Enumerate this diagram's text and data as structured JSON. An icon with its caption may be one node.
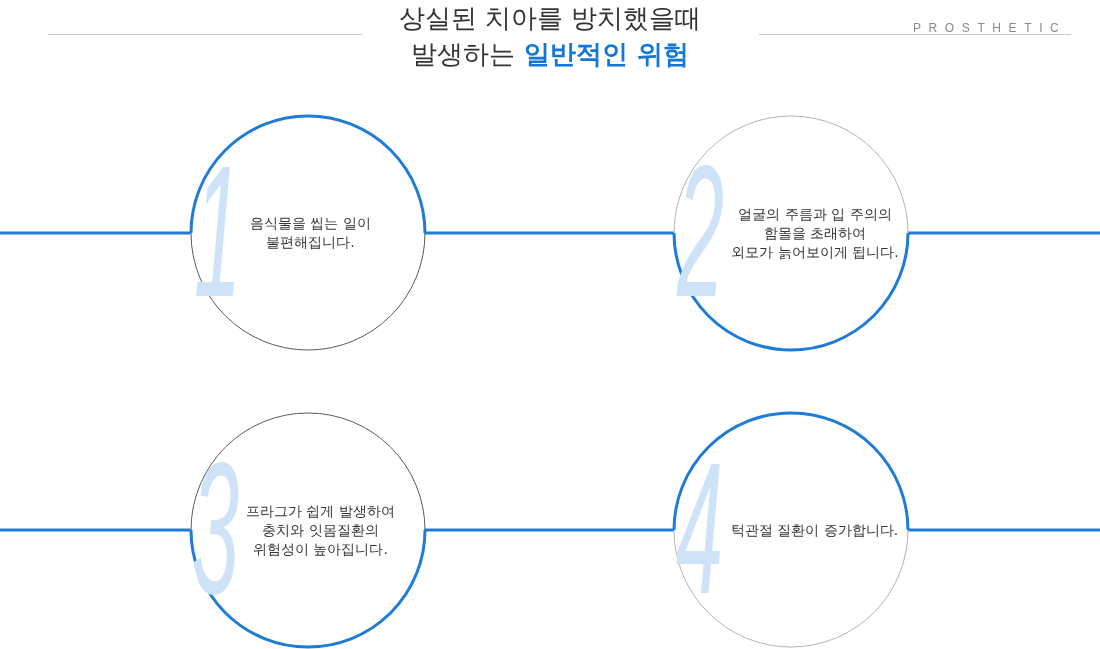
{
  "diagram": {
    "title": "상실된 치아를 방치했을때 발생하는 **일반적인 위험**",
    "nodes": [
      {
        "text": [
          "1",
          "음식물을 씹는 일이 불편해집니다."
        ]
      },
      {
        "text": [
          "2",
          "얼굴의 주름과 입 주의의 함몰을 초래하여 외모가 늙어보이게 됩니다."
        ]
      },
      {
        "text": [
          "3",
          "프라그가 쉽게 발생하여 충치와 잇몸질환의 위험성이 높아집니다."
        ]
      },
      {
        "text": [
          "4",
          "턱관절 질환이 증가합니다."
        ]
      }
    ],
    "edges": [
      {
        "from": null,
        "to": 0,
        "arrow": "none"
      },
      {
        "from": 0,
        "to": 1,
        "arrow": "none"
      },
      {
        "from": 1,
        "to": null,
        "arrow": "none"
      },
      {
        "from": null,
        "to": 2,
        "arrow": "none"
      },
      {
        "from": 2,
        "to": 3,
        "arrow": "none"
      },
      {
        "from": 3,
        "to": null,
        "arrow": "none"
      }
    ],
    "labels": [
      "PROSTHETIC"
    ]
  }
}
